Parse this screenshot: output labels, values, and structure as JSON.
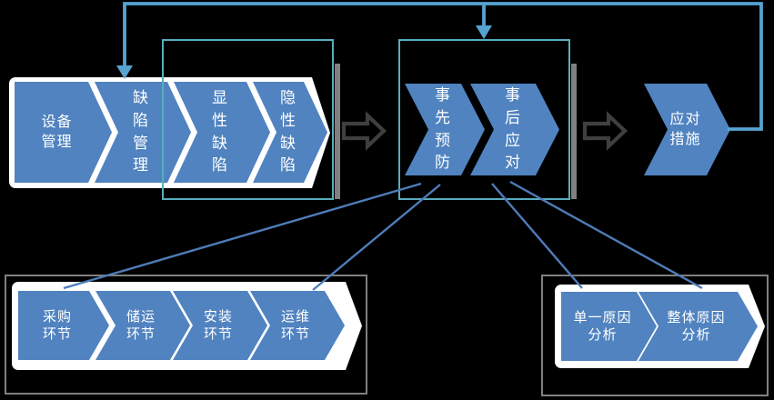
{
  "colors": {
    "background": "#000000",
    "chevron_fill": "#5083C0",
    "band_white": "#FFFFFF",
    "text_white": "#FFFFFF",
    "teal_border": "#57AEBD",
    "flow_line": "#56A3D2",
    "connector_line": "#4E7CB8",
    "block_arrow": "#3F3F3F",
    "panel_border": "#7F7F7F",
    "shadow_gray": "#808080"
  },
  "top_flow": {
    "items": [
      {
        "label": "设备\n管理"
      },
      {
        "label": "缺\n陷\n管\n理"
      },
      {
        "label": "显\n性\n缺\n陷"
      },
      {
        "label": "隐\n性\n缺\n陷"
      }
    ]
  },
  "middle_flow": {
    "items": [
      {
        "label": "事\n先\n预\n防"
      },
      {
        "label": "事\n后\n应\n对"
      }
    ]
  },
  "result_step": {
    "label": "应对\n措施"
  },
  "bottom_left_flow": {
    "items": [
      {
        "label": "采购\n环节"
      },
      {
        "label": "储运\n环节"
      },
      {
        "label": "安装\n环节"
      },
      {
        "label": "运维\n环节"
      }
    ]
  },
  "bottom_right_flow": {
    "items": [
      {
        "label": "单一原因\n分析"
      },
      {
        "label": "整体原因\n分析"
      }
    ]
  }
}
